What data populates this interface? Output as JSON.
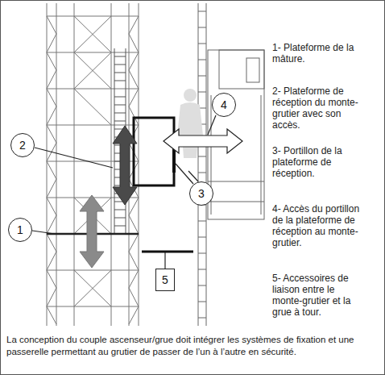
{
  "diagram": {
    "caption": "La conception du couple ascenseur/grue doit intégrer les systèmes de fixation et une passerelle permettant au grutier de passer de l’un à l’autre en sécurité.",
    "nodes": [
      {
        "text": [
          "4"
        ]
      },
      {
        "text": [
          "2"
        ]
      },
      {
        "text": [
          "3"
        ]
      },
      {
        "text": [
          "1"
        ]
      },
      {
        "text": [
          "5"
        ]
      }
    ],
    "labels": [
      "1- Plateforme de la mâture.",
      "2- Plateforme de réception du monte-grutier avec son accès.",
      "3- Portillon de la plateforme de réception.",
      "4- Accès du portillon de la plateforme de réception au monte-grutier.",
      "5- Accessoires de liaison entre le monte-grutier et la grue à tour."
    ]
  }
}
